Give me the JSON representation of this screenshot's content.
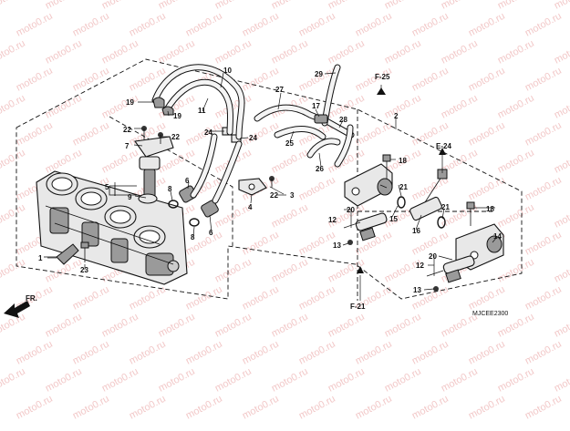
{
  "watermark": {
    "text": "moto0.ru",
    "color": "#f2c8c8"
  },
  "diagram_code": "MJCEE2300",
  "front_indicator": {
    "label": "FR."
  },
  "part_labels": {
    "p1": "1",
    "p2": "2",
    "p3": "3",
    "p4": "4",
    "p5": "5",
    "p6a": "6",
    "p6b": "6",
    "p7": "7",
    "p8a": "8",
    "p8b": "8",
    "p9": "9",
    "p10": "10",
    "p11": "11",
    "p12a": "12",
    "p12b": "12",
    "p13a": "13",
    "p13b": "13",
    "p14": "14",
    "p15": "15",
    "p16": "16",
    "p17": "17",
    "p18a": "18",
    "p18b": "18",
    "p19a": "19",
    "p19b": "19",
    "p20a": "20",
    "p20b": "20",
    "p21a": "21",
    "p21b": "21",
    "p22a": "22",
    "p22b": "22",
    "p22c": "22",
    "p23": "23",
    "p24a": "24",
    "p24b": "24",
    "p25": "25",
    "p26": "26",
    "p27": "27",
    "p28": "28",
    "p29": "29"
  },
  "section_refs": {
    "f25": "F-25",
    "e24": "E-24",
    "f21": "F-21"
  }
}
